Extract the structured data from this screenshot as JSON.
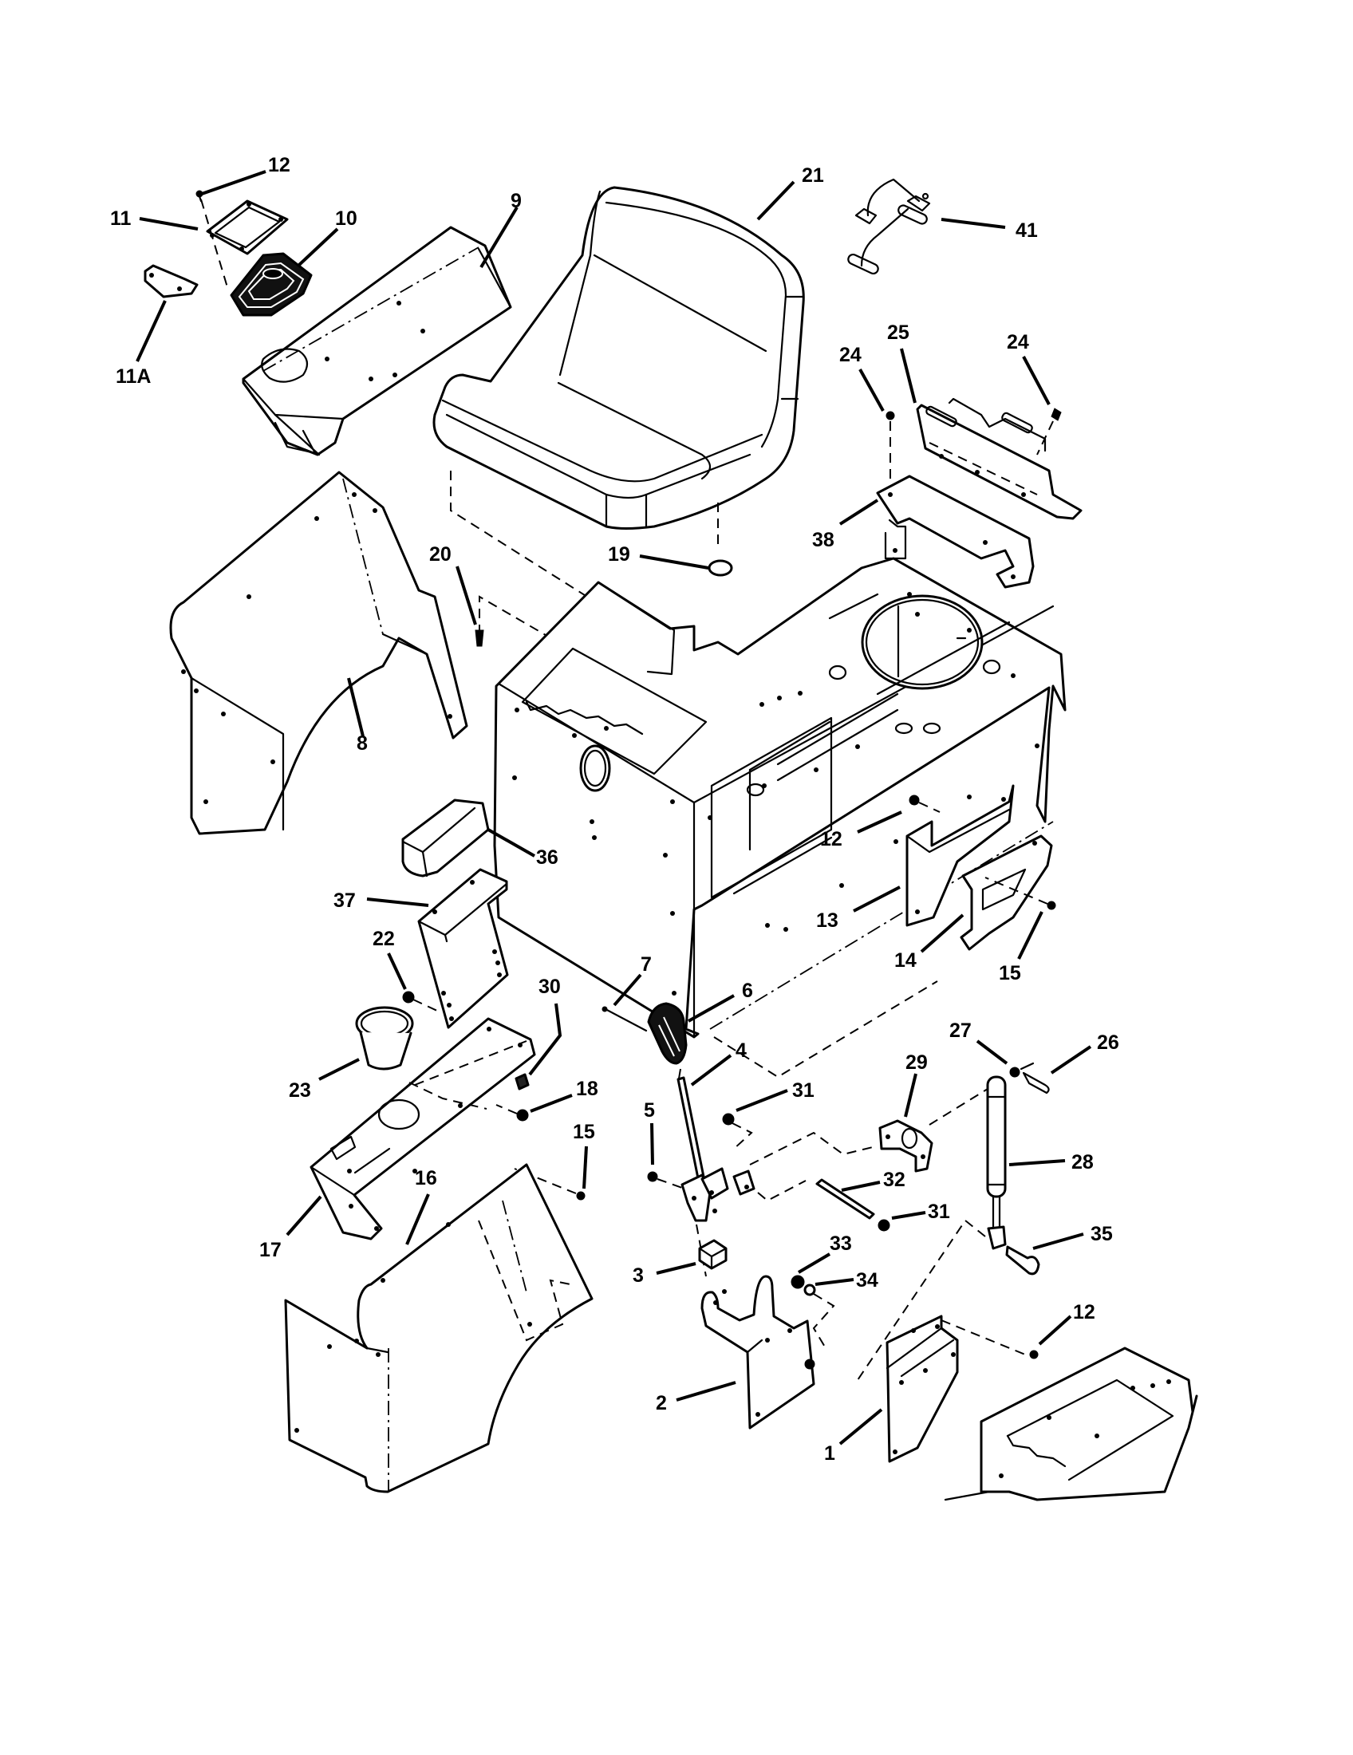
{
  "diagram": {
    "type": "exploded-parts-diagram",
    "subject": "Riding mower seat, fender and frame assembly",
    "colors": {
      "line": "#000000",
      "background": "#ffffff"
    },
    "callouts": [
      {
        "id": "c12a",
        "label": "12"
      },
      {
        "id": "c11",
        "label": "11"
      },
      {
        "id": "c10",
        "label": "10"
      },
      {
        "id": "c11A",
        "label": "11A"
      },
      {
        "id": "c9",
        "label": "9"
      },
      {
        "id": "c21",
        "label": "21"
      },
      {
        "id": "c41",
        "label": "41"
      },
      {
        "id": "c24a",
        "label": "24"
      },
      {
        "id": "c25",
        "label": "25"
      },
      {
        "id": "c24b",
        "label": "24"
      },
      {
        "id": "c38",
        "label": "38"
      },
      {
        "id": "c19",
        "label": "19"
      },
      {
        "id": "c20",
        "label": "20"
      },
      {
        "id": "c8",
        "label": "8"
      },
      {
        "id": "c36",
        "label": "36"
      },
      {
        "id": "c12b",
        "label": "12"
      },
      {
        "id": "c13",
        "label": "13"
      },
      {
        "id": "c14",
        "label": "14"
      },
      {
        "id": "c15a",
        "label": "15"
      },
      {
        "id": "c37",
        "label": "37"
      },
      {
        "id": "c22",
        "label": "22"
      },
      {
        "id": "c30",
        "label": "30"
      },
      {
        "id": "c23",
        "label": "23"
      },
      {
        "id": "c18",
        "label": "18"
      },
      {
        "id": "c15b",
        "label": "15"
      },
      {
        "id": "c16",
        "label": "16"
      },
      {
        "id": "c17",
        "label": "17"
      },
      {
        "id": "c7",
        "label": "7"
      },
      {
        "id": "c6",
        "label": "6"
      },
      {
        "id": "c4",
        "label": "4"
      },
      {
        "id": "c31a",
        "label": "31"
      },
      {
        "id": "c5",
        "label": "5"
      },
      {
        "id": "c32",
        "label": "32"
      },
      {
        "id": "c31b",
        "label": "31"
      },
      {
        "id": "c29",
        "label": "29"
      },
      {
        "id": "c27",
        "label": "27"
      },
      {
        "id": "c26",
        "label": "26"
      },
      {
        "id": "c28",
        "label": "28"
      },
      {
        "id": "c35",
        "label": "35"
      },
      {
        "id": "c3",
        "label": "3"
      },
      {
        "id": "c33",
        "label": "33"
      },
      {
        "id": "c34",
        "label": "34"
      },
      {
        "id": "c2",
        "label": "2"
      },
      {
        "id": "c1",
        "label": "1"
      },
      {
        "id": "c12c",
        "label": "12"
      }
    ]
  }
}
